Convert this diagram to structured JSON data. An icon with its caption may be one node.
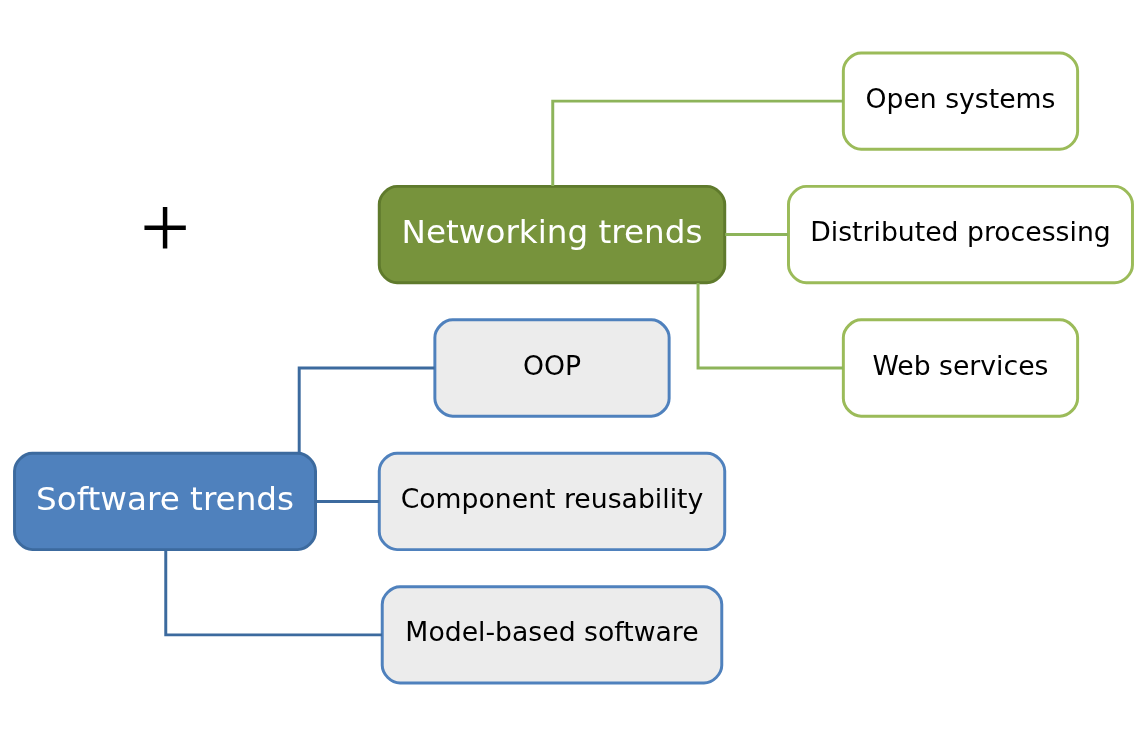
{
  "diagram": {
    "nodes": [
      {
        "text": [
          "Software trends"
        ]
      },
      {
        "text": [
          "OOP"
        ]
      },
      {
        "text": [
          "Component reusability"
        ]
      },
      {
        "text": [
          "Model-based software"
        ]
      },
      {
        "text": [
          "Networking trends"
        ]
      },
      {
        "text": [
          "Open systems"
        ]
      },
      {
        "text": [
          "Distributed processing"
        ]
      },
      {
        "text": [
          "Web services"
        ]
      }
    ],
    "edges": [
      {
        "from": 0,
        "to": 1,
        "arrow": "none",
        "color": "#3c6a9e"
      },
      {
        "from": 0,
        "to": 2,
        "arrow": "none",
        "color": "#3c6a9e"
      },
      {
        "from": 0,
        "to": 3,
        "arrow": "none",
        "color": "#3c6a9e"
      },
      {
        "from": 4,
        "to": 5,
        "arrow": "none",
        "color": "#8db45a"
      },
      {
        "from": 4,
        "to": 6,
        "arrow": "none",
        "color": "#8db45a"
      },
      {
        "from": 4,
        "to": 7,
        "arrow": "none",
        "color": "#8db45a"
      }
    ],
    "labels": [
      "+"
    ]
  }
}
